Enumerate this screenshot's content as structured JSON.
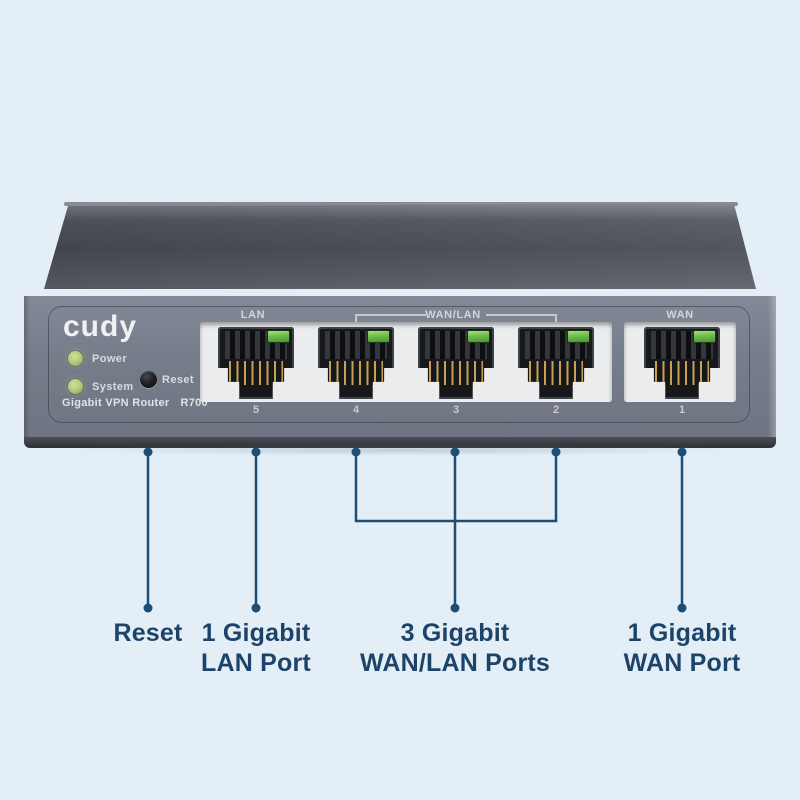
{
  "device": {
    "brand": "cudy",
    "power_led_label": "Power",
    "system_led_label": "System",
    "reset_label": "Reset",
    "product_name": "Gigabit VPN Router",
    "model": "R700",
    "port_groups": [
      {
        "label": "LAN",
        "ports": [
          {
            "number": "5"
          }
        ]
      },
      {
        "label": "WAN/LAN",
        "ports": [
          {
            "number": "4"
          },
          {
            "number": "3"
          },
          {
            "number": "2"
          }
        ]
      },
      {
        "label": "WAN",
        "ports": [
          {
            "number": "1"
          }
        ]
      }
    ]
  },
  "annotations": {
    "reset": {
      "line1": "Reset"
    },
    "lan": {
      "line1": "1 Gigabit",
      "line2": "LAN Port"
    },
    "wanlan": {
      "line1": "3 Gigabit",
      "line2": "WAN/LAN Ports"
    },
    "wan": {
      "line1": "1 Gigabit",
      "line2": "WAN Port"
    }
  },
  "colors": {
    "background": "#e3eef7",
    "annotation_text_navy": "#1d4468",
    "annotation_line_navy": "#1e4e74",
    "device_body_gray": "#767d89",
    "device_top_gray": "#4a4d54",
    "port_recess_white": "#ebecee",
    "port_led_green": "#6fbc4e",
    "status_led_green": "#b4cc7d",
    "device_text_gray": "#d8dce1"
  }
}
